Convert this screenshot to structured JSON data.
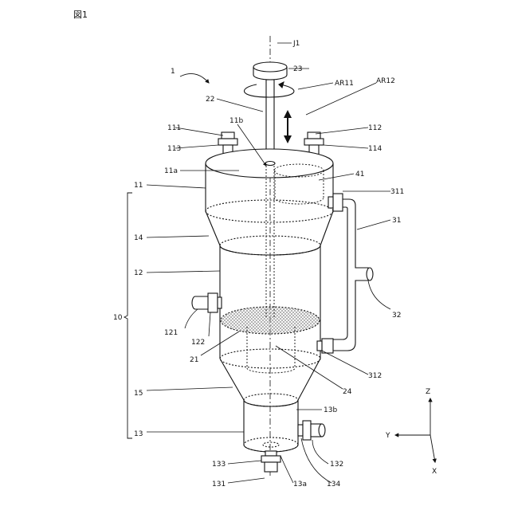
{
  "figure_label": "図1",
  "colors": {
    "line": "#111111",
    "mesh": "#9a9a9a",
    "background": "#ffffff"
  },
  "labels": {
    "device": "1",
    "axis": "J1",
    "motor": "23",
    "ar11": "AR11",
    "ar12": "AR12",
    "shaft": "22",
    "shaft_hole": "11b",
    "port111": "111",
    "port112": "112",
    "port113": "113",
    "port114": "114",
    "top_face": "11a",
    "inner41": "41",
    "upper_body": "11",
    "pipe311": "311",
    "pipe31": "31",
    "taper14": "14",
    "mid_body": "12",
    "branch32": "32",
    "port121": "121",
    "port122": "122",
    "group10": "10",
    "mesh21": "21",
    "pipe312": "312",
    "inner24": "24",
    "taper15": "15",
    "bottom_top": "13b",
    "bottom_body": "13",
    "port132": "132",
    "port133": "133",
    "port131": "131",
    "bottom_face": "13a",
    "port134": "134"
  },
  "axes": {
    "z": "Z",
    "y": "Y",
    "x": "X"
  }
}
